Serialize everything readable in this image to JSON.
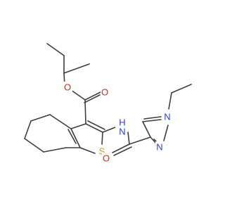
{
  "atoms": {
    "ester_o": {
      "label": "O",
      "color": "#d62c20"
    },
    "carbonyl_o1": {
      "label": "O",
      "color": "#d62c20"
    },
    "amide_n": {
      "label": "H\nN",
      "line1": "H",
      "line2": "N",
      "color": "#2740d8"
    },
    "thiophene_s": {
      "label": "S",
      "color": "#b8a415"
    },
    "carbonyl_o2": {
      "label": "O",
      "color": "#d62c20"
    },
    "pyrazole_n1": {
      "label": "N",
      "color": "#2740d8"
    },
    "pyrazole_n2": {
      "label": "N",
      "color": "#2740d8"
    }
  },
  "colors": {
    "bond": "#3d3d3d",
    "oxygen": "#d62c20",
    "nitrogen": "#2740d8",
    "sulfur": "#b8a415",
    "background": "#ffffff"
  }
}
